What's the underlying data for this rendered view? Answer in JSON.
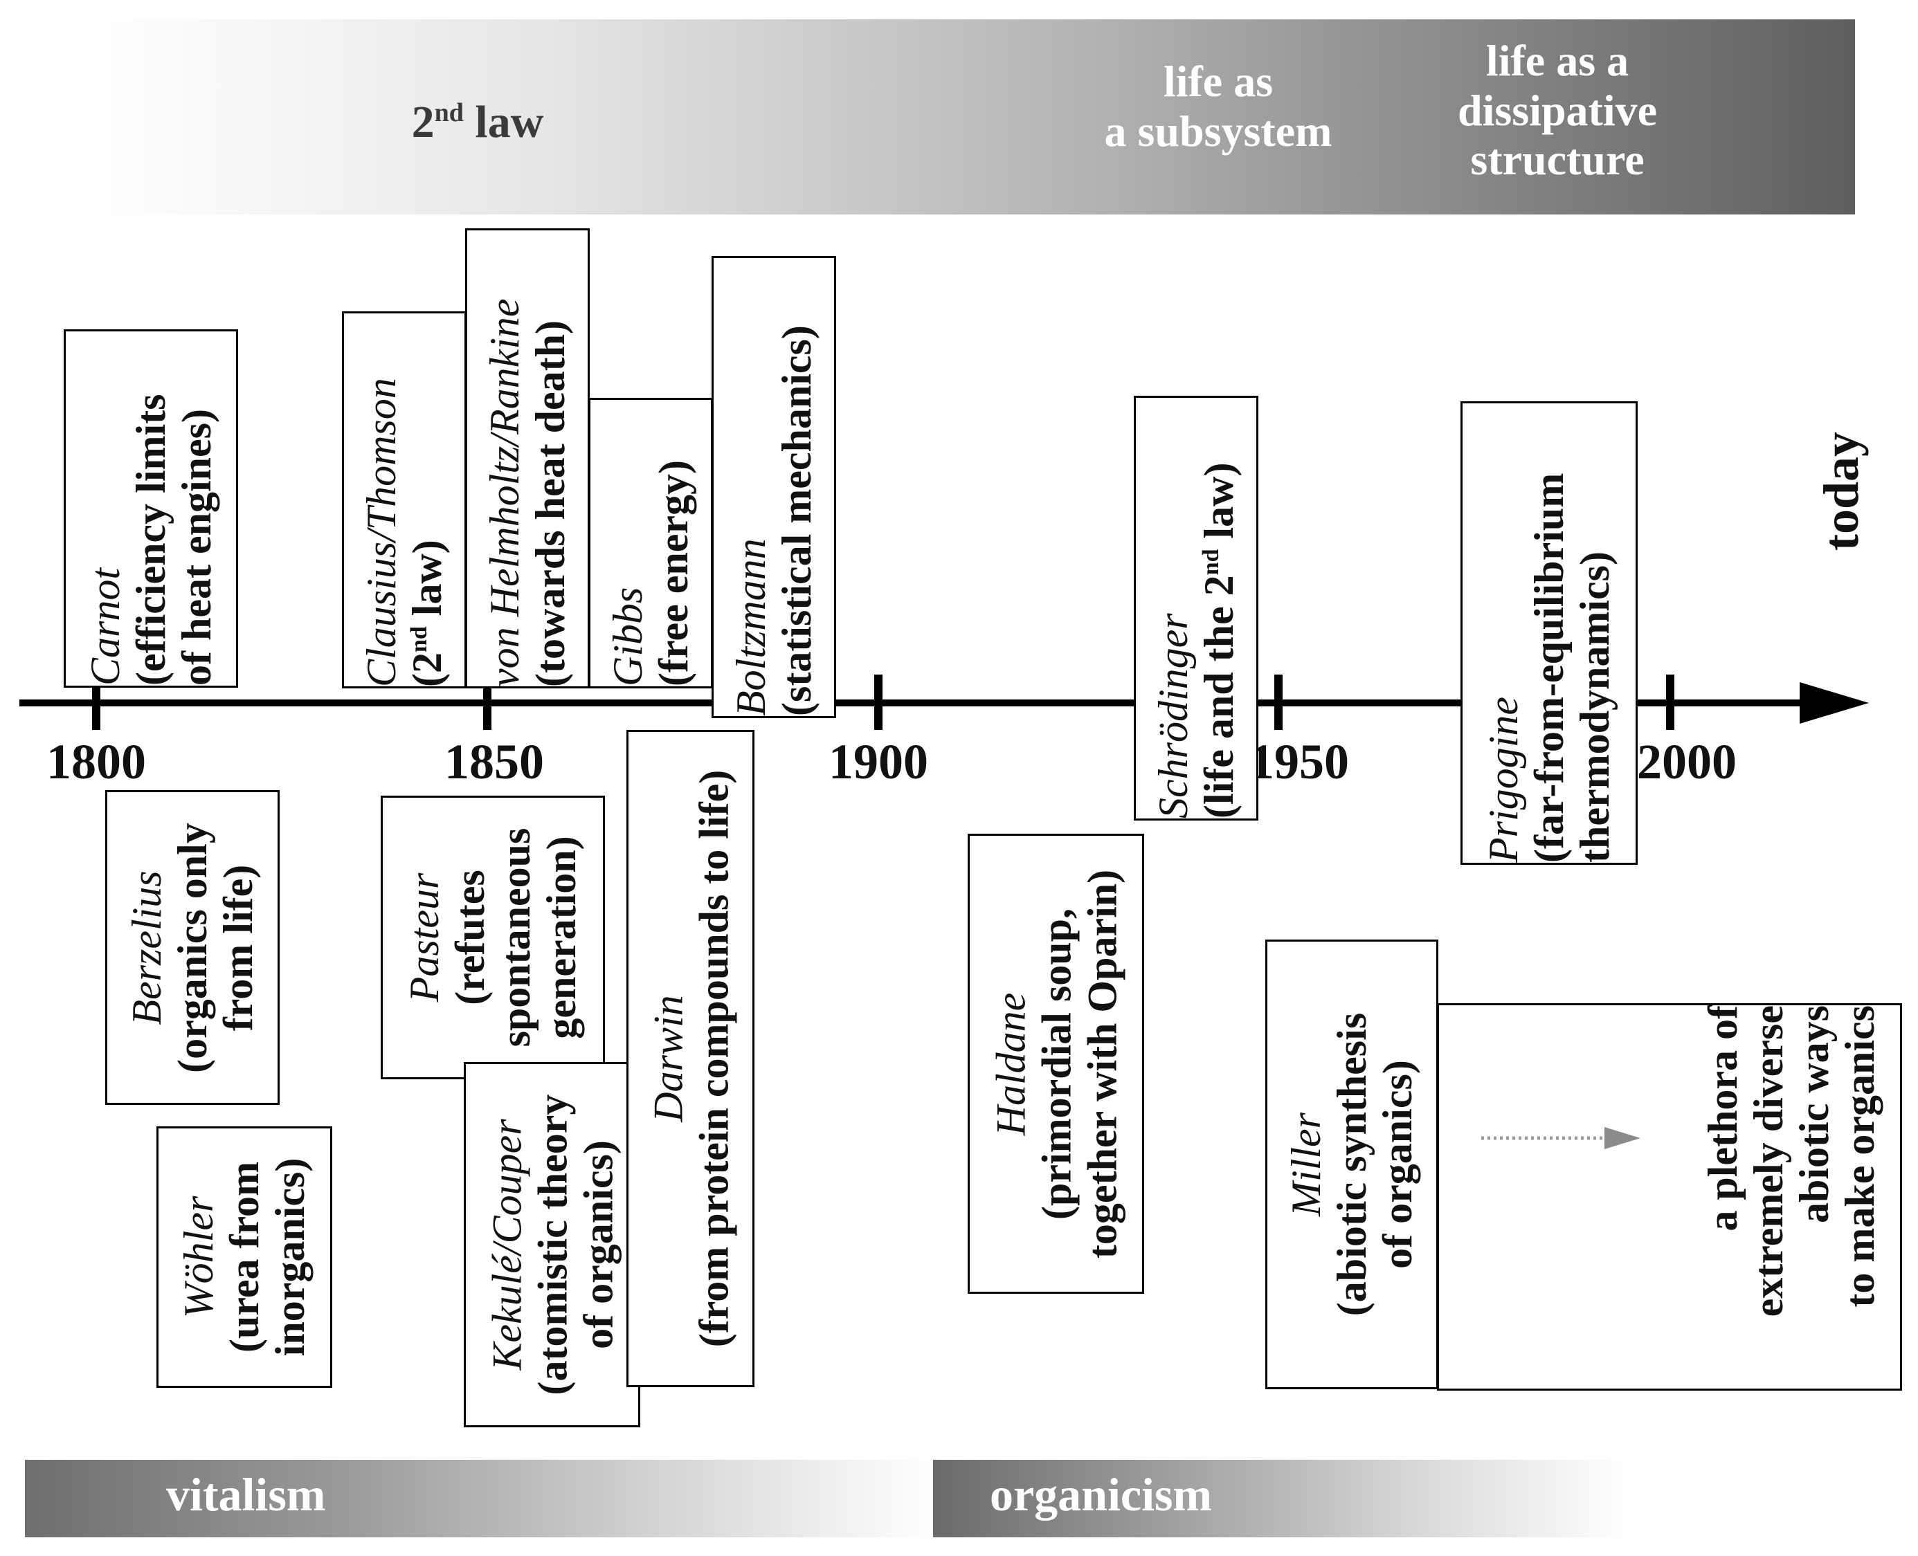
{
  "top_band": {
    "second_law": "2",
    "second_law_sup": "nd",
    "second_law_rest": " law",
    "subsystem_line1": "life as",
    "subsystem_line2": "a subsystem",
    "dissipative_line1": "life as a",
    "dissipative_line2": "dissipative",
    "dissipative_line3": "structure"
  },
  "bottom_bands": {
    "vitalism": "vitalism",
    "organicism": "organicism"
  },
  "axis": {
    "ticks": [
      "1800",
      "1850",
      "1900",
      "1950",
      "2000"
    ],
    "end_label": "today"
  },
  "events": {
    "carnot": {
      "name": "Carnot",
      "desc1": "(efficiency limits",
      "desc2": "of heat engines)"
    },
    "clausius": {
      "name": "Clausius/Thomson",
      "desc_pre": "(2",
      "desc_sup": "nd",
      "desc_post": " law)"
    },
    "helmholtz": {
      "name": "von Helmholtz/Rankine",
      "desc1": "(towards heat death)"
    },
    "gibbs": {
      "name": "Gibbs",
      "desc1": "(free energy)"
    },
    "boltzmann": {
      "name": "Boltzmann",
      "desc1": "(statistical mechanics)"
    },
    "schrodinger": {
      "name": "Schrödinger",
      "desc_pre": "(life and the 2",
      "desc_sup": "nd",
      "desc_post": " law)"
    },
    "prigogine": {
      "name": "Prigogine",
      "desc1": "(far-from-equilibrium",
      "desc2": "thermodynamics)"
    },
    "berzelius": {
      "name": "Berzelius",
      "desc1": "(organics only",
      "desc2": "from life)"
    },
    "wohler": {
      "name": "Wöhler",
      "desc1": "(urea from",
      "desc2": "inorganics)"
    },
    "pasteur": {
      "name": "Pasteur",
      "desc1": "(refutes",
      "desc2": "spontaneous",
      "desc3": "generation)"
    },
    "kekule": {
      "name": "Kekulé/Couper",
      "desc1": "(atomistic theory",
      "desc2": "of organics)"
    },
    "darwin": {
      "name": "Darwin",
      "desc1": "(from protein compounds to life)"
    },
    "haldane": {
      "name": "Haldane",
      "desc1": "(primordial soup,",
      "desc2": "together with Oparin)"
    },
    "miller": {
      "name": "Miller",
      "desc1": "(abiotic synthesis",
      "desc2": "of organics)"
    },
    "plethora": {
      "line1": "a plethora of",
      "line2": "extremely diverse",
      "line3": "abiotic ways",
      "line4": "to make organics"
    }
  }
}
